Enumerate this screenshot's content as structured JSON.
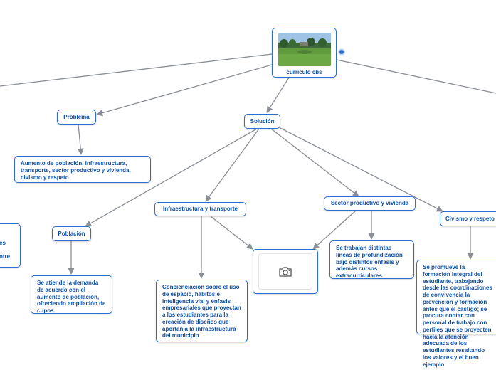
{
  "root": {
    "label": "curriculo cbs",
    "image": "school-field-photo"
  },
  "nodes": {
    "problema": "Problema",
    "solucion": "Solución",
    "problema_desc": "Aumento de población, infraestructura, transporte, sector productivo y vivienda, civismo y respeto",
    "poblacion": "Población",
    "infraestructura": "Infraestructura y transporte",
    "sector": "Sector productivo y vivienda",
    "civismo": "Civismo y respeto",
    "poblacion_desc": "Se atiende la demanda de acuerdo con el aumento de población, ofreciendo ampliación de cupos",
    "infra_desc": "Concienciación sobre el uso de espacio, hábitos e inteligencia vial y énfasis empresariales que proyectan a los estudiantes para la creación de diseños que aportan a la infraestructura del municipio",
    "sector_desc": "Se trabajan distintas líneas de profundización bajo distintos énfasis y además cursos extracurriculares",
    "civismo_desc": "Se promueve la formación integral del estudiante, trabajando desde las coordinaciones de convivencia la prevención y formación antes que el castigo; se procura contar con personal de trabajo con perfiles que se proyecten hacia la atención adecuada de los estudiantes resaltando los valores y el buen ejemplo",
    "left_partial_1": "es",
    "left_partial_2": "ntre"
  },
  "image_placeholder": {
    "icon": "camera-icon"
  },
  "colors": {
    "border": "#2b6fd0",
    "text": "#0d4fa6",
    "connector": "#8a8f96"
  }
}
